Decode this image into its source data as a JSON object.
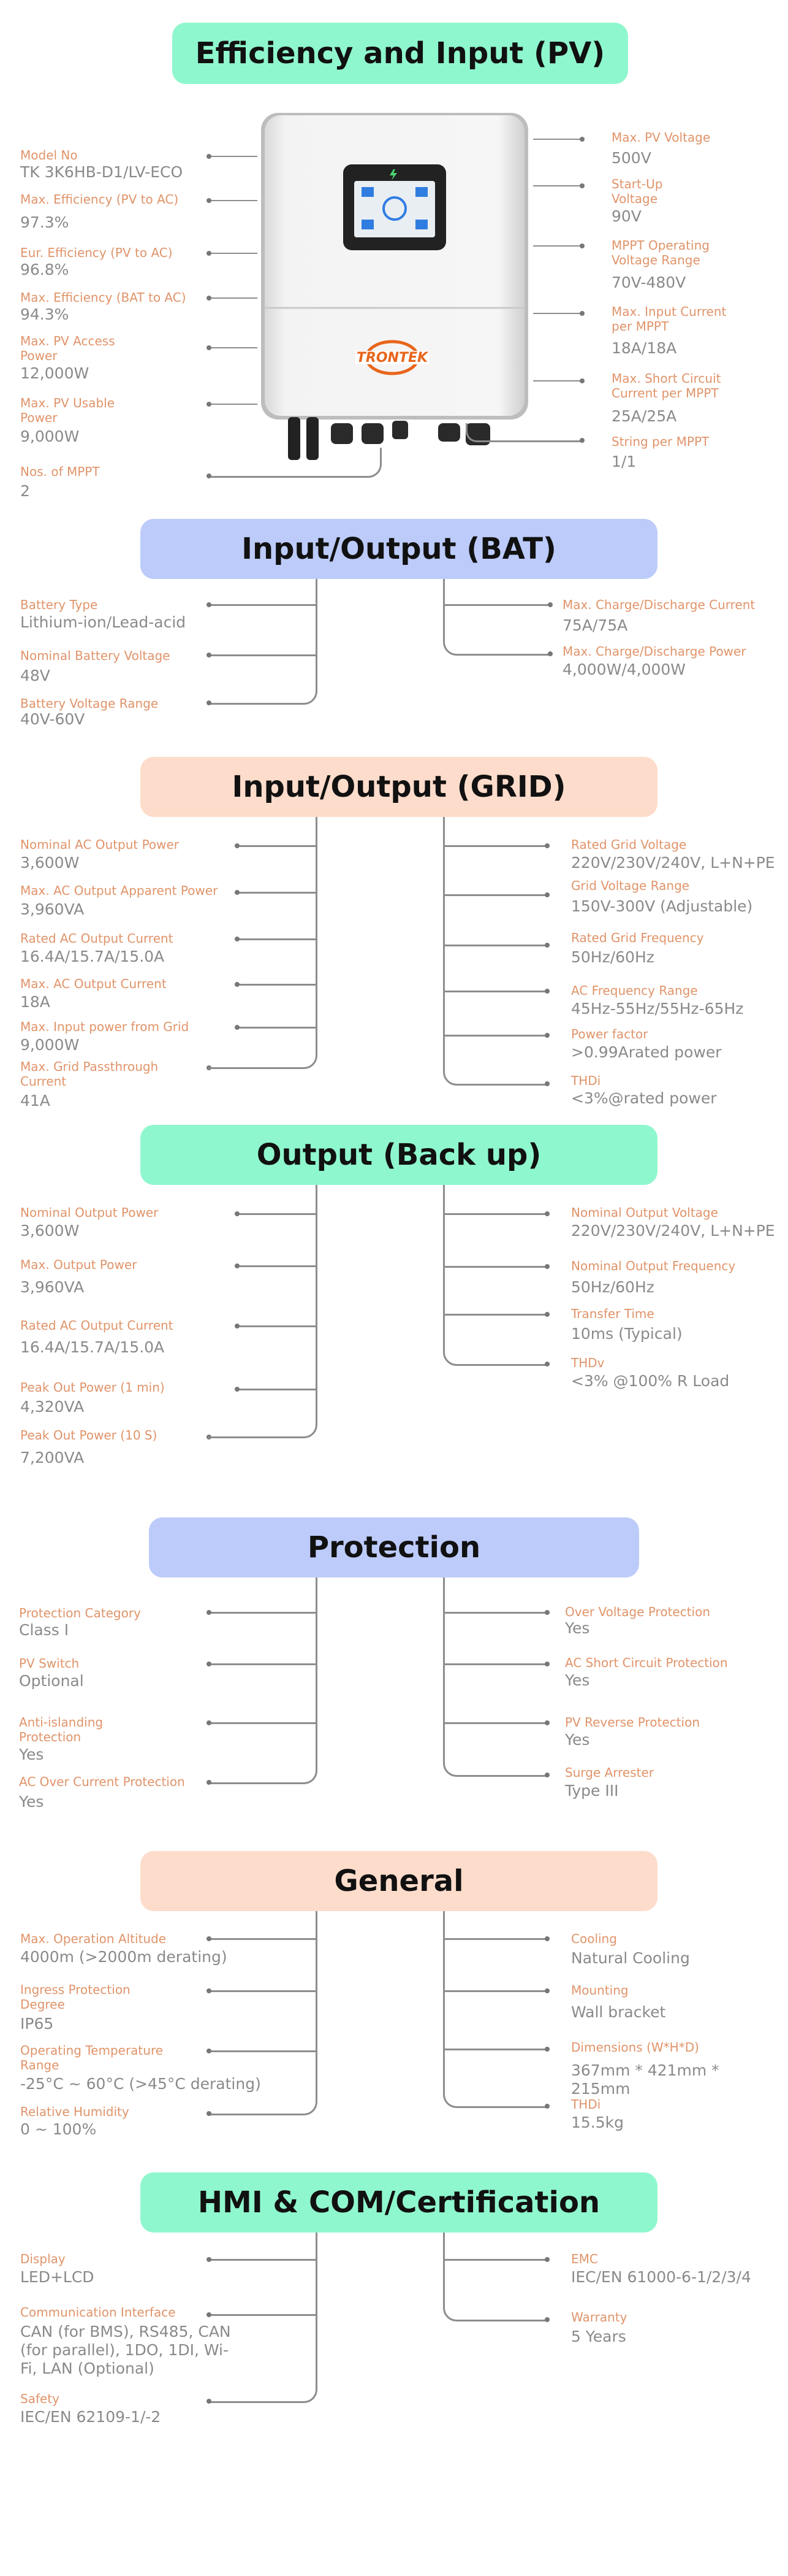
{
  "sections": {
    "pv": {
      "title": "Efficiency and Input (PV)",
      "left": [
        {
          "label": "Model No",
          "value": "TK 3K6HB-D1/LV-ECO"
        },
        {
          "label": "Max. Efficiency (PV to AC)",
          "value": "97.3%"
        },
        {
          "label": "Eur. Efficiency (PV to AC)",
          "value": "96.8%"
        },
        {
          "label": "Max. Efficiency (BAT to AC)",
          "value": "94.3%"
        },
        {
          "label": "Max. PV Access Power",
          "value": "12,000W"
        },
        {
          "label": "Max. PV Usable Power",
          "value": "9,000W"
        },
        {
          "label": "Nos. of MPPT",
          "value": "2"
        }
      ],
      "right": [
        {
          "label": "Max. PV Voltage",
          "value": "500V"
        },
        {
          "label": "Start-Up Voltage",
          "value": "90V"
        },
        {
          "label": "MPPT Operating Voltage Range",
          "value": "70V-480V"
        },
        {
          "label": "Max. Input Current per MPPT",
          "value": "18A/18A"
        },
        {
          "label": "Max. Short Circuit Current per MPPT",
          "value": "25A/25A"
        },
        {
          "label": "String per MPPT",
          "value": "1/1"
        }
      ],
      "brand": "TRONTEK"
    },
    "bat": {
      "title": "Input/Output (BAT)",
      "left": [
        {
          "label": "Battery Type",
          "value": "Lithium-ion/Lead-acid"
        },
        {
          "label": "Nominal Battery Voltage",
          "value": "48V"
        },
        {
          "label": "Battery Voltage Range",
          "value": "40V-60V"
        }
      ],
      "right": [
        {
          "label": "Max. Charge/Discharge Current",
          "value": "75A/75A"
        },
        {
          "label": "Max. Charge/Discharge Power",
          "value": "4,000W/4,000W"
        }
      ]
    },
    "grid": {
      "title": "Input/Output (GRID)",
      "left": [
        {
          "label": "Nominal AC Output Power",
          "value": "3,600W"
        },
        {
          "label": "Max. AC Output Apparent Power",
          "value": "3,960VA"
        },
        {
          "label": "Rated AC Output Current",
          "value": "16.4A/15.7A/15.0A"
        },
        {
          "label": "Max. AC Output Current",
          "value": "18A"
        },
        {
          "label": "Max. Input power from Grid",
          "value": "9,000W"
        },
        {
          "label": "Max. Grid Passthrough Current",
          "value": "41A"
        }
      ],
      "right": [
        {
          "label": "Rated Grid Voltage",
          "value": "220V/230V/240V, L+N+PE"
        },
        {
          "label": "Grid Voltage Range",
          "value": "150V-300V (Adjustable)"
        },
        {
          "label": "Rated Grid Frequency",
          "value": "50Hz/60Hz"
        },
        {
          "label": "AC Frequency Range",
          "value": "45Hz-55Hz/55Hz-65Hz"
        },
        {
          "label": "Power factor",
          "value": ">0.99Arated power"
        },
        {
          "label": "THDi",
          "value": "<3%@rated power"
        }
      ]
    },
    "backup": {
      "title": "Output (Back up)",
      "left": [
        {
          "label": "Nominal Output Power",
          "value": "3,600W"
        },
        {
          "label": "Max. Output Power",
          "value": "3,960VA"
        },
        {
          "label": "Rated AC Output Current",
          "value": "16.4A/15.7A/15.0A"
        },
        {
          "label": "Peak Out Power (1 min)",
          "value": "4,320VA"
        },
        {
          "label": "Peak Out Power (10 S)",
          "value": "7,200VA"
        }
      ],
      "right": [
        {
          "label": "Nominal Output Voltage",
          "value": "220V/230V/240V, L+N+PE"
        },
        {
          "label": "Nominal Output Frequency",
          "value": "50Hz/60Hz"
        },
        {
          "label": "Transfer Time",
          "value": "10ms (Typical)"
        },
        {
          "label": "THDv",
          "value": "<3% @100% R Load"
        }
      ]
    },
    "protection": {
      "title": "Protection",
      "left": [
        {
          "label": "Protection Category",
          "value": "Class I"
        },
        {
          "label": "PV Switch",
          "value": "Optional"
        },
        {
          "label": "Anti-islanding Protection",
          "value": "Yes"
        },
        {
          "label": "AC Over Current Protection",
          "value": "Yes"
        }
      ],
      "right": [
        {
          "label": "Over Voltage Protection",
          "value": "Yes"
        },
        {
          "label": "AC Short Circuit Protection",
          "value": "Yes"
        },
        {
          "label": "PV Reverse Protection",
          "value": "Yes"
        },
        {
          "label": "Surge Arrester",
          "value": "Type III"
        }
      ]
    },
    "general": {
      "title": "General",
      "left": [
        {
          "label": "Max. Operation Altitude",
          "value": "4000m (>2000m derating)"
        },
        {
          "label": "Ingress Protection Degree",
          "value": "IP65"
        },
        {
          "label": "Operating Temperature Range",
          "value": "-25°C ~ 60°C (>45°C derating)"
        },
        {
          "label": "Relative Humidity",
          "value": "0 ~ 100%"
        }
      ],
      "right": [
        {
          "label": "Cooling",
          "value": "Natural Cooling"
        },
        {
          "label": "Mounting",
          "value": "Wall bracket"
        },
        {
          "label": "Dimensions (W*H*D)",
          "value": "367mm * 421mm * 215mm"
        },
        {
          "label": "THDi",
          "value": "15.5kg"
        }
      ]
    },
    "hmi": {
      "title": "HMI & COM/Certification",
      "left": [
        {
          "label": "Display",
          "value": "LED+LCD"
        },
        {
          "label": "Communication Interface",
          "value": "CAN (for BMS), RS485, CAN (for parallel), 1DO, 1DI, Wi-Fi, LAN (Optional)"
        },
        {
          "label": "Safety",
          "value": "IEC/EN 62109-1/-2"
        }
      ],
      "right": [
        {
          "label": "EMC",
          "value": "IEC/EN 61000-6-1/2/3/4"
        },
        {
          "label": "Warranty",
          "value": "5 Years"
        }
      ]
    }
  },
  "colors": {
    "green": "#8ff7cd",
    "blue": "#bccbfa",
    "peach": "#fddccb",
    "label": "#e0946a",
    "value": "#8a8a8a",
    "line": "#8d8d8d"
  }
}
